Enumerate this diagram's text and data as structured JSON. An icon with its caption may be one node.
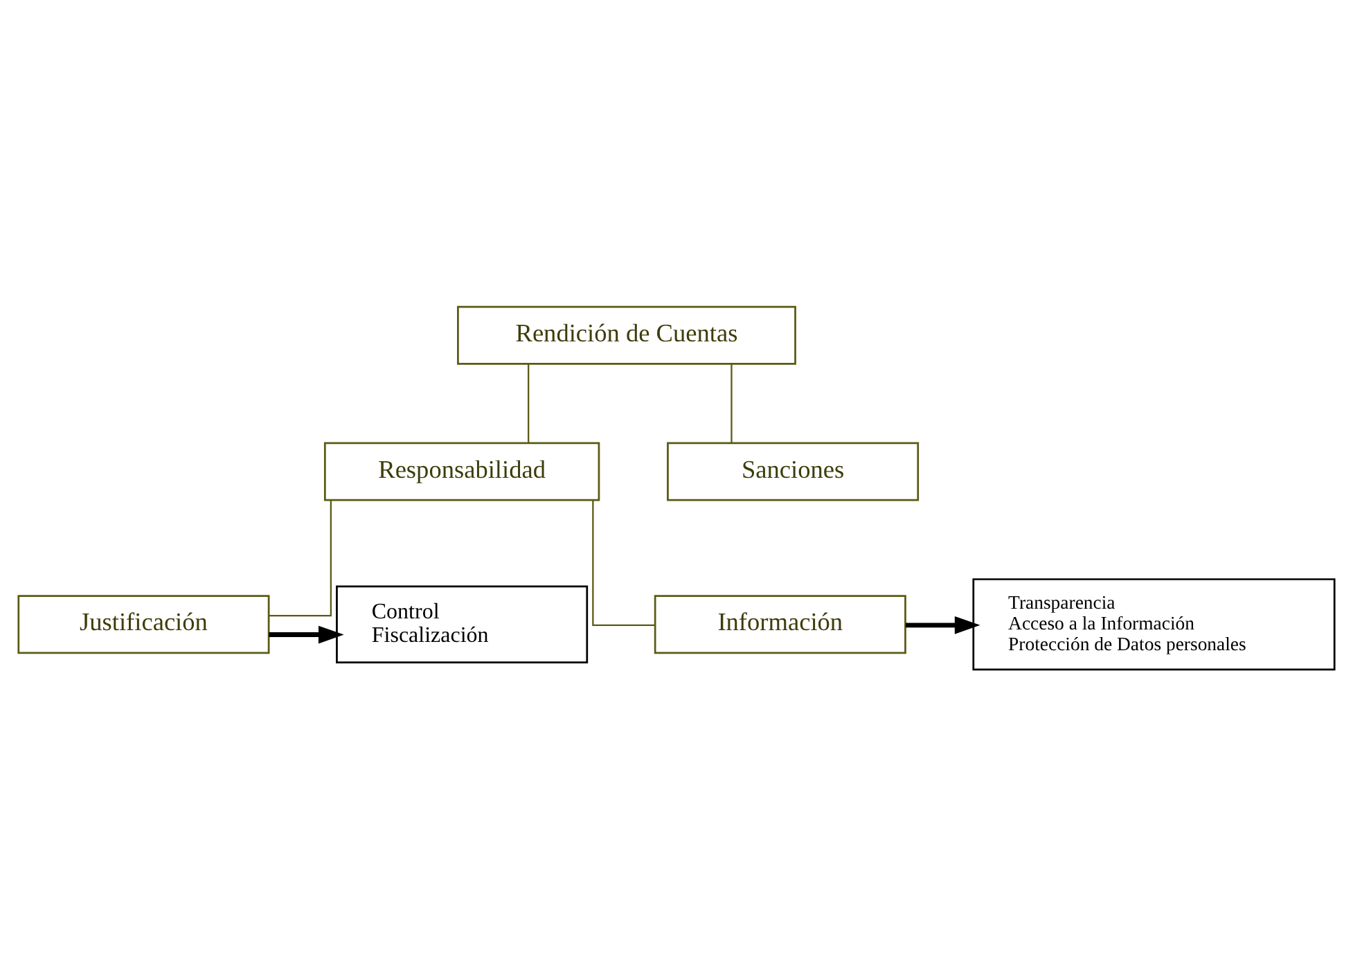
{
  "diagram": {
    "nodes": [
      {
        "text": [
          "Rendición de Cuentas"
        ]
      },
      {
        "text": [
          "Responsabilidad"
        ]
      },
      {
        "text": [
          "Sanciones"
        ]
      },
      {
        "text": [
          "Justificación"
        ]
      },
      {
        "text": [
          "Control",
          "Fiscalización"
        ]
      },
      {
        "text": [
          "Transparencia",
          "Acceso a la Información",
          "Protección de Datos personales"
        ]
      },
      {
        "text": [
          "Información"
        ]
      }
    ],
    "edges": [
      {
        "from": 0,
        "to": 1,
        "arrow": "none"
      },
      {
        "from": 0,
        "to": 2,
        "arrow": "none"
      },
      {
        "from": 1,
        "to": 3,
        "arrow": "none"
      },
      {
        "from": 1,
        "to": 6,
        "arrow": "none"
      },
      {
        "from": 3,
        "to": 4,
        "arrow": "to",
        "style": "thick",
        "color": "#000000"
      },
      {
        "from": 6,
        "to": 5,
        "arrow": "to",
        "style": "thick",
        "color": "#000000"
      }
    ]
  }
}
